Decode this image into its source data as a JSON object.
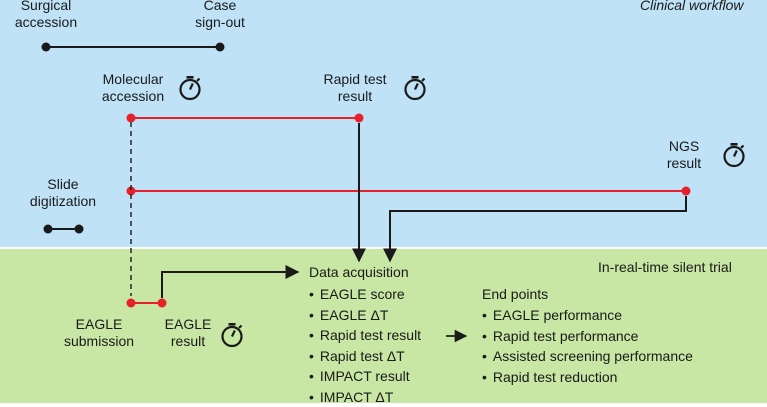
{
  "regions": {
    "clinical_workflow": "Clinical workflow",
    "silent_trial": "In-real-time silent trial"
  },
  "labels": {
    "surgical_accession": [
      "Surgical",
      "accession"
    ],
    "case_signout": [
      "Case",
      "sign-out"
    ],
    "molecular_accession": [
      "Molecular",
      "accession"
    ],
    "rapid_test_result": [
      "Rapid test",
      "result"
    ],
    "ngs_result": [
      "NGS",
      "result"
    ],
    "slide_digitization": [
      "Slide",
      "digitization"
    ],
    "eagle_submission": [
      "EAGLE",
      "submission"
    ],
    "eagle_result": [
      "EAGLE",
      "result"
    ]
  },
  "data_acquisition": {
    "title": "Data acquisition",
    "items": [
      "EAGLE score",
      "EAGLE ΔT",
      "Rapid test result",
      "Rapid test ΔT",
      "IMPACT result",
      "IMPACT ΔT"
    ]
  },
  "end_points": {
    "title": "End points",
    "items": [
      "EAGLE performance",
      "Rapid test performance",
      "Assisted screening performance",
      "Rapid test reduction"
    ]
  },
  "icons": {
    "timer": "stopwatch-icon"
  },
  "colors": {
    "workflow_bg": "#bfe2f7",
    "trial_bg": "#c8e6a4",
    "accent_red": "#e8202a",
    "line_black": "#1a1a1a"
  }
}
